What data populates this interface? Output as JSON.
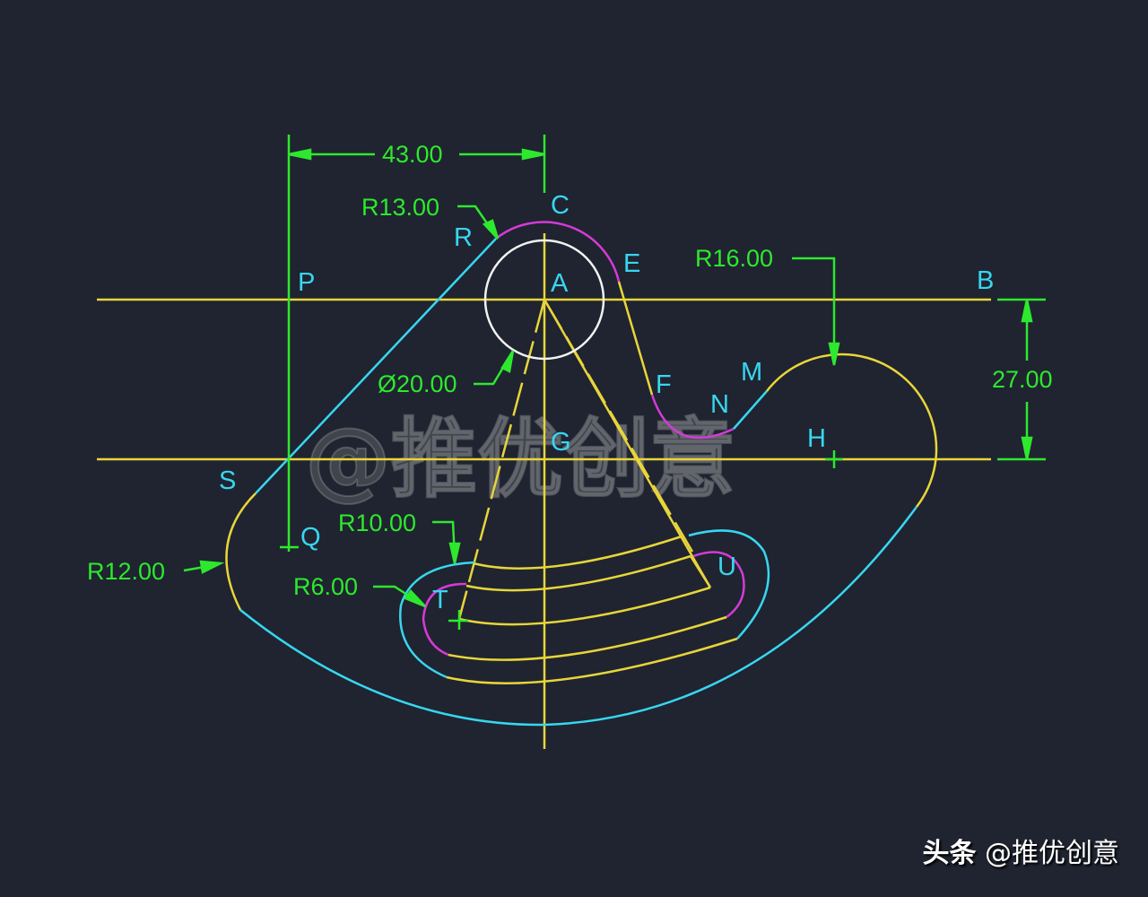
{
  "drawing": {
    "background": "#1f2430",
    "colors": {
      "yellow": "#e8d53a",
      "cyan": "#38d6f0",
      "magenta": "#d63ad6",
      "green": "#2ee82e",
      "white": "#f2f2f2"
    },
    "dimensions": {
      "horizontal_43": "43.00",
      "vertical_27": "27.00",
      "r13": "R13.00",
      "r16": "R16.00",
      "dia20": "Ø20.00",
      "r10": "R10.00",
      "r6": "R6.00",
      "r12": "R12.00"
    },
    "points": {
      "A": "A",
      "B": "B",
      "C": "C",
      "E": "E",
      "F": "F",
      "G": "G",
      "H": "H",
      "M": "M",
      "N": "N",
      "P": "P",
      "Q": "Q",
      "R": "R",
      "S": "S",
      "T": "T",
      "U": "U"
    },
    "watermark": "@推优创意"
  },
  "footer": {
    "brand": "头条",
    "handle": "@推优创意"
  }
}
